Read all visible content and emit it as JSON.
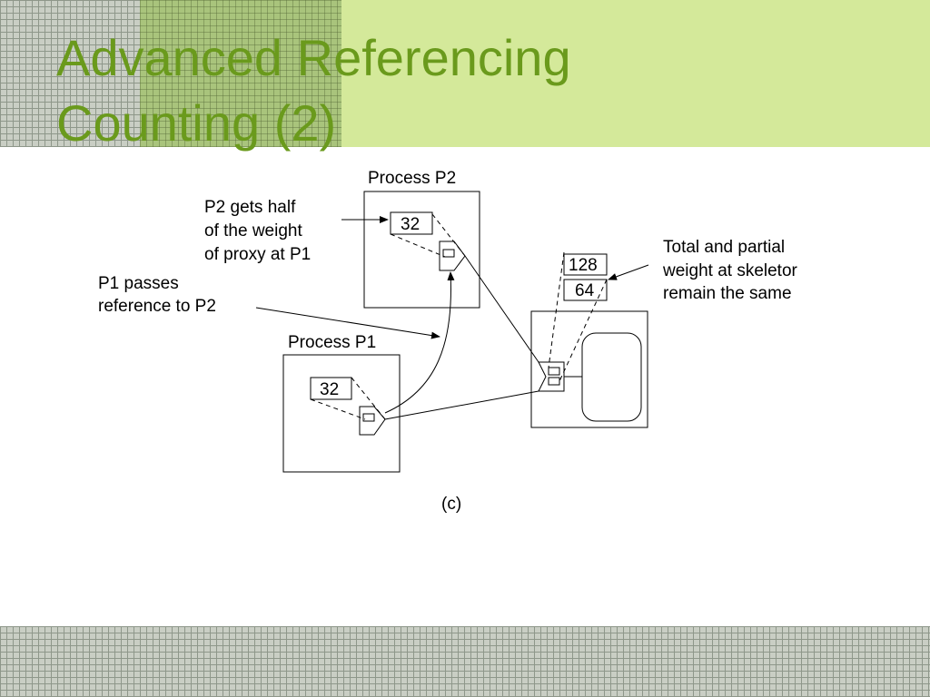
{
  "slide": {
    "title_line1": "Advanced Referencing",
    "title_line2": "Counting (2)"
  },
  "diagram": {
    "process_p2_label": "Process P2",
    "process_p1_label": "Process P1",
    "p2_weight": "32",
    "p1_weight": "32",
    "skeleton_total_weight": "128",
    "skeleton_partial_weight": "64",
    "annotation_p2_line1": "P2 gets half",
    "annotation_p2_line2": "of the weight",
    "annotation_p2_line3": "of proxy at P1",
    "annotation_p1_line1": "P1 passes",
    "annotation_p1_line2": "reference to P2",
    "annotation_skel_line1": "Total and partial",
    "annotation_skel_line2": "weight at skeletor",
    "annotation_skel_line3": "remain the same",
    "caption": "(c)"
  },
  "colors": {
    "title": "#6a9a1c",
    "header_band": "#d4e99a"
  }
}
